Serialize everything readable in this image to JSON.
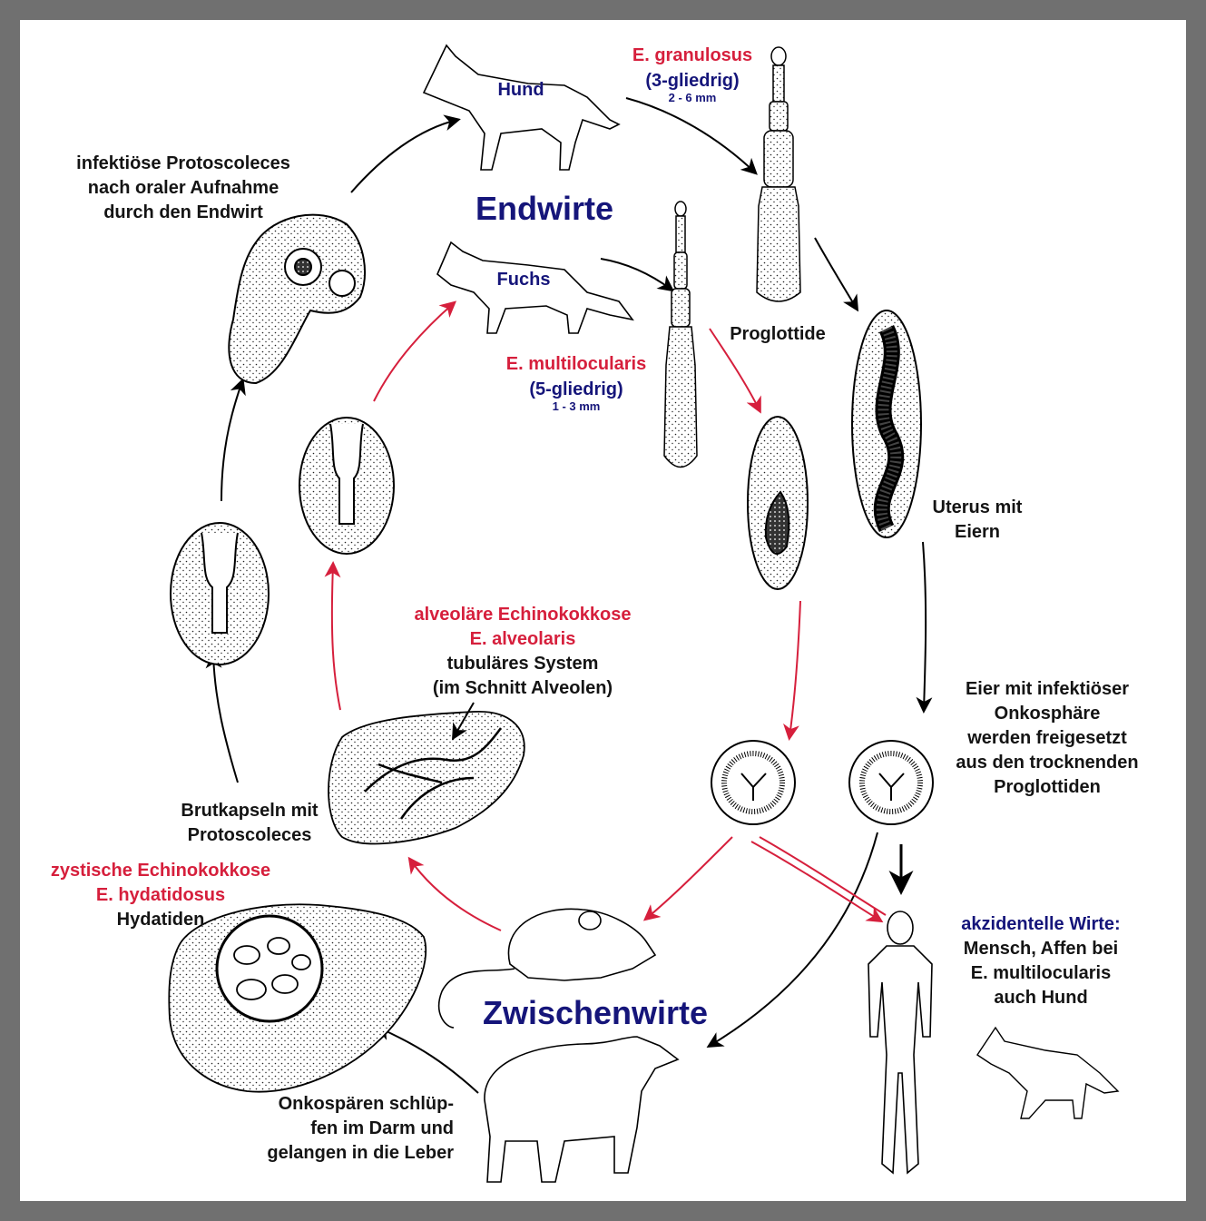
{
  "colors": {
    "red": "#d61f3c",
    "navy": "#15157a",
    "black": "#141414",
    "frame": "#707070"
  },
  "headings": {
    "endwirte": "Endwirte",
    "zwischenwirte": "Zwischenwirte"
  },
  "hosts": {
    "hund": "Hund",
    "fuchs": "Fuchs"
  },
  "granulosus": {
    "name": "E. granulosus",
    "segments": "(3-gliedrig)",
    "size": "2 - 6 mm"
  },
  "multilocularis": {
    "name": "E. multilocularis",
    "segments": "(5-gliedrig)",
    "size": "1 - 3 mm"
  },
  "labels": {
    "proglottide": "Proglottide",
    "uterus": [
      "Uterus mit",
      "Eiern"
    ],
    "eier": [
      "Eier mit infektiöser",
      "Onkosphäre",
      "werden freigesetzt",
      "aus den trocknenden",
      "Proglottiden"
    ],
    "akzidentell_title": "akzidentelle Wirte:",
    "akzidentell": [
      "Mensch, Affen bei",
      "E. multilocularis",
      "auch Hund"
    ],
    "onkospaeren": [
      "Onkospären schlüp-",
      "fen im Darm und",
      "gelangen in die Leber"
    ],
    "zystisch_red": [
      "zystische Echinokokkose",
      "E. hydatidosus"
    ],
    "zystisch_black": "Hydatiden",
    "brutkapseln": [
      "Brutkapseln mit",
      "Protoscoleces"
    ],
    "alveolaer_red": [
      "alveoläre Echinokokkose",
      "E. alveolaris"
    ],
    "alveolaer_black": [
      "tubuläres System",
      "(im Schnitt Alveolen)"
    ],
    "infektioes": [
      "infektiöse Protoscoleces",
      "nach oraler Aufnahme",
      "durch den Endwirt"
    ]
  },
  "icons": [
    "dog-illustration",
    "fox-illustration",
    "tapeworm-granulosus",
    "tapeworm-multilocularis",
    "proglottid-egg-uterus",
    "onchosphere-egg",
    "mouse-illustration",
    "sheep-illustration",
    "human-illustration",
    "liver-cyst",
    "liver-alveolar",
    "brood-capsule",
    "protoscolex"
  ]
}
